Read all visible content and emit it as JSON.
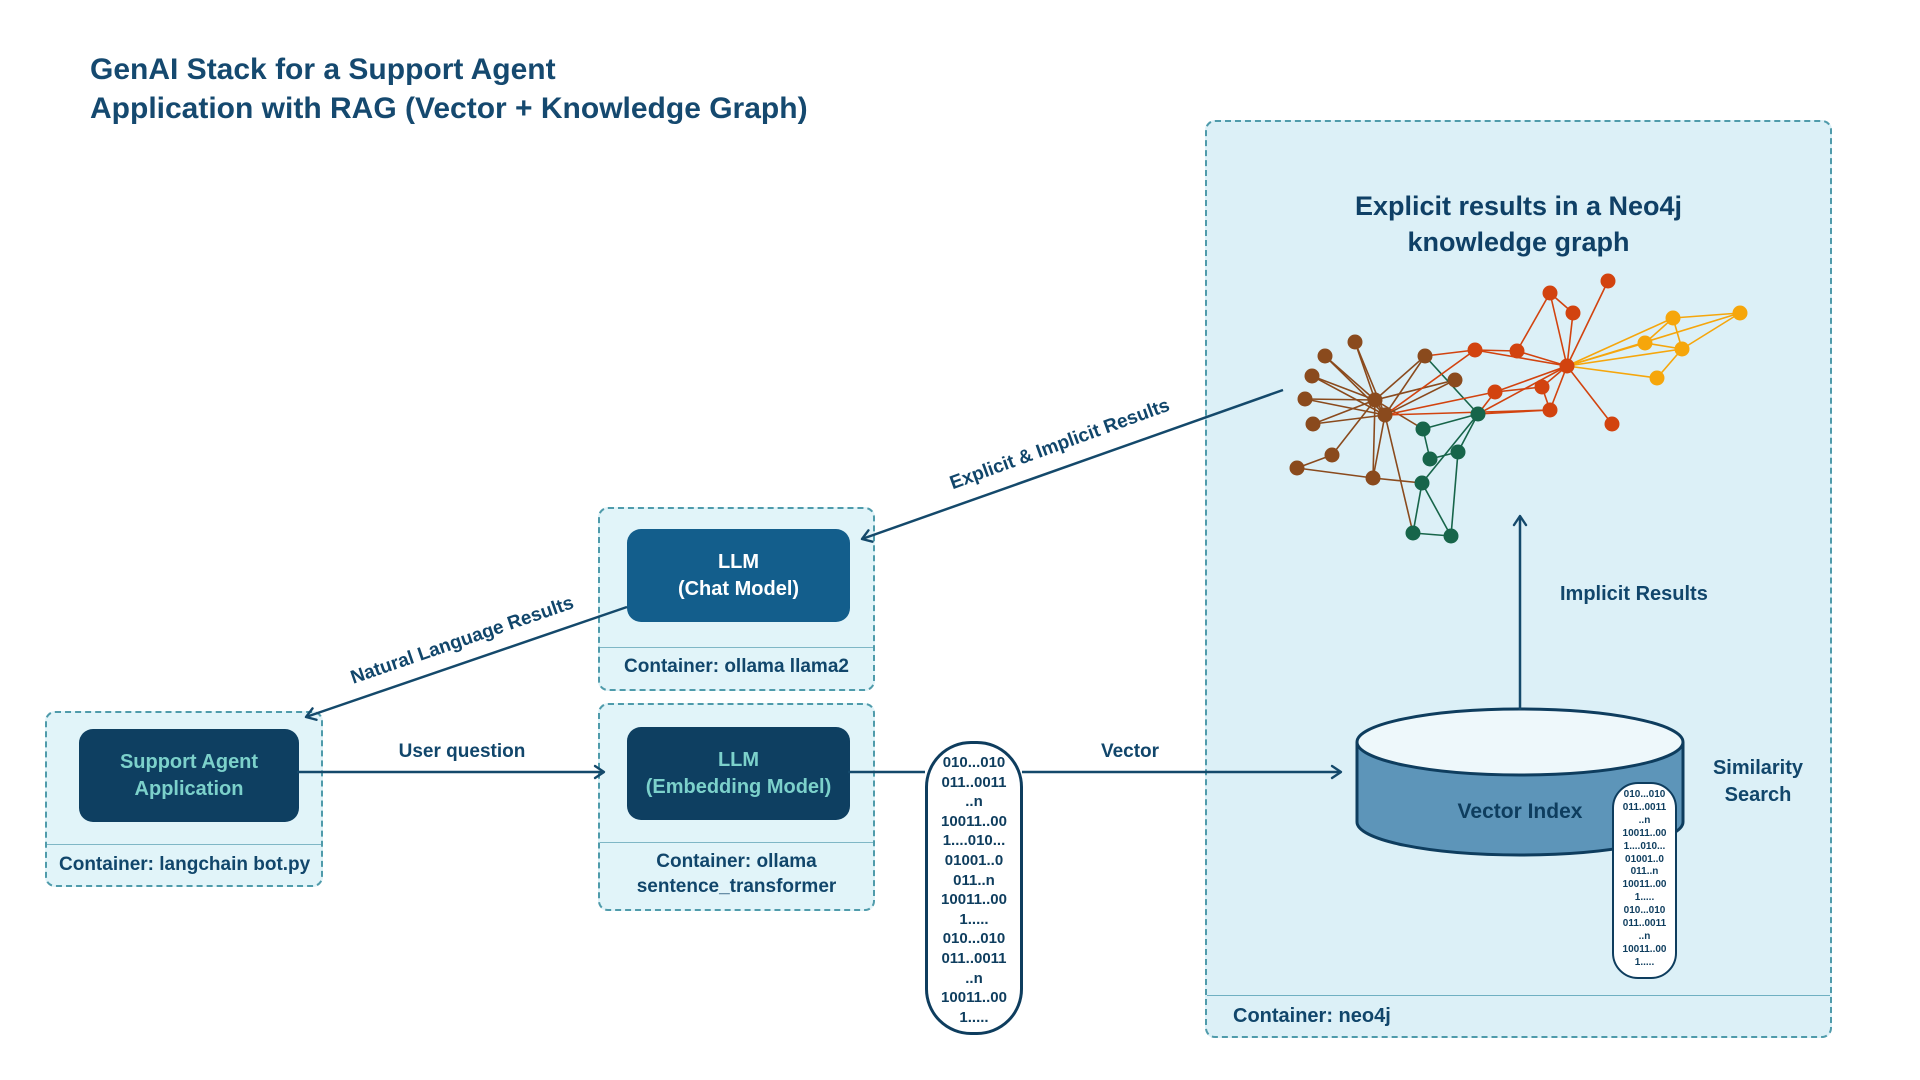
{
  "page": {
    "title": "GenAI Stack for a Support Agent\nApplication with RAG (Vector + Knowledge Graph)"
  },
  "support": {
    "box_label": "Support Agent\nApplication",
    "container_label": "Container: langchain bot.py"
  },
  "chat": {
    "box_label": "LLM\n(Chat Model)",
    "container_label": "Container: ollama llama2"
  },
  "embed": {
    "box_label": "LLM\n(Embedding Model)",
    "container_label": "Container: ollama\nsentence_transformer"
  },
  "neo4j": {
    "title": "Explicit results in a Neo4j\nknowledge graph",
    "container_label": "Container: neo4j",
    "vector_index_label": "Vector Index",
    "similarity_label": "Similarity\nSearch",
    "implicit_label": "Implicit Results"
  },
  "arrows": {
    "user_question": "User question",
    "natural_language": "Natural Language Results",
    "explicit_implicit": "Explicit & Implicit Results",
    "vector": "Vector"
  },
  "binary": {
    "left_pill": "010...010\n011..0011\n..n\n10011..00\n1....010...\n01001..0\n011..n\n10011..00\n1.....\n010...010\n011..0011\n..n\n10011..00\n1.....",
    "right_pill": "010...010\n011..0011\n..n\n10011..00\n1....010...\n01001..0\n011..n\n10011..00\n1.....\n010...010\n011..0011\n..n\n10011..00\n1....."
  },
  "colors": {
    "ink": "#11466b",
    "navy_box": "#0e3f61",
    "blue_box": "#135e8c",
    "teal_text": "#7cd1cb",
    "container_bg": "#e1f4f9",
    "panel_bg": "#dcf0f7",
    "dashed_border": "#4f9bab",
    "cylinder_body": "#5d95b9",
    "cylinder_top": "#eef8fb"
  },
  "graph": {
    "colors": {
      "brown": "#8a4a1d",
      "red": "#d2430f",
      "green": "#17654a",
      "yellow": "#f6a60b"
    },
    "node_radius": 7.5,
    "nodes": [
      [
        "b1",
        1375,
        400,
        "brown"
      ],
      [
        "b2",
        1385,
        415,
        "brown"
      ],
      [
        "b3",
        1355,
        342,
        "brown"
      ],
      [
        "b4",
        1325,
        356,
        "brown"
      ],
      [
        "b5",
        1312,
        376,
        "brown"
      ],
      [
        "b6",
        1305,
        399,
        "brown"
      ],
      [
        "b7",
        1313,
        424,
        "brown"
      ],
      [
        "b8",
        1332,
        455,
        "brown"
      ],
      [
        "b9",
        1297,
        468,
        "brown"
      ],
      [
        "b10",
        1425,
        356,
        "brown"
      ],
      [
        "b11",
        1455,
        380,
        "brown"
      ],
      [
        "b12",
        1373,
        478,
        "brown"
      ],
      [
        "r1",
        1567,
        366,
        "red"
      ],
      [
        "r2",
        1550,
        293,
        "red"
      ],
      [
        "r3",
        1608,
        281,
        "red"
      ],
      [
        "r4",
        1573,
        313,
        "red"
      ],
      [
        "r5",
        1475,
        350,
        "red"
      ],
      [
        "r6",
        1517,
        351,
        "red"
      ],
      [
        "r7",
        1495,
        392,
        "red"
      ],
      [
        "r8",
        1542,
        387,
        "red"
      ],
      [
        "r9",
        1550,
        410,
        "red"
      ],
      [
        "r10",
        1612,
        424,
        "red"
      ],
      [
        "g1",
        1478,
        414,
        "green"
      ],
      [
        "g2",
        1423,
        429,
        "green"
      ],
      [
        "g3",
        1458,
        452,
        "green"
      ],
      [
        "g4",
        1430,
        459,
        "green"
      ],
      [
        "g5",
        1422,
        483,
        "green"
      ],
      [
        "g6",
        1413,
        533,
        "green"
      ],
      [
        "g7",
        1451,
        536,
        "green"
      ],
      [
        "y1",
        1673,
        318,
        "yellow"
      ],
      [
        "y2",
        1740,
        313,
        "yellow"
      ],
      [
        "y3",
        1645,
        343,
        "yellow"
      ],
      [
        "y4",
        1682,
        349,
        "yellow"
      ],
      [
        "y5",
        1657,
        378,
        "yellow"
      ]
    ],
    "edges": [
      [
        "b1",
        "b3",
        "brown"
      ],
      [
        "b1",
        "b4",
        "brown"
      ],
      [
        "b1",
        "b5",
        "brown"
      ],
      [
        "b1",
        "b6",
        "brown"
      ],
      [
        "b1",
        "b7",
        "brown"
      ],
      [
        "b1",
        "b8",
        "brown"
      ],
      [
        "b1",
        "b10",
        "brown"
      ],
      [
        "b1",
        "b11",
        "brown"
      ],
      [
        "b1",
        "b12",
        "brown"
      ],
      [
        "b1",
        "b2",
        "brown"
      ],
      [
        "b2",
        "b4",
        "brown"
      ],
      [
        "b2",
        "b5",
        "brown"
      ],
      [
        "b2",
        "b6",
        "brown"
      ],
      [
        "b2",
        "b7",
        "brown"
      ],
      [
        "b2",
        "b10",
        "brown"
      ],
      [
        "b2",
        "b11",
        "brown"
      ],
      [
        "b2",
        "b12",
        "brown"
      ],
      [
        "b2",
        "b3",
        "brown"
      ],
      [
        "b8",
        "b9",
        "brown"
      ],
      [
        "b12",
        "b9",
        "brown"
      ],
      [
        "b2",
        "g6",
        "brown"
      ],
      [
        "b12",
        "g5",
        "brown"
      ],
      [
        "b1",
        "g2",
        "brown"
      ],
      [
        "g1",
        "g2",
        "green"
      ],
      [
        "g1",
        "g3",
        "green"
      ],
      [
        "g3",
        "g4",
        "green"
      ],
      [
        "g1",
        "g5",
        "green"
      ],
      [
        "g5",
        "g6",
        "green"
      ],
      [
        "g5",
        "g7",
        "green"
      ],
      [
        "g6",
        "g7",
        "green"
      ],
      [
        "g3",
        "g7",
        "green"
      ],
      [
        "b10",
        "g1",
        "green"
      ],
      [
        "g2",
        "g4",
        "green"
      ],
      [
        "r1",
        "r2",
        "red"
      ],
      [
        "r1",
        "r3",
        "red"
      ],
      [
        "r1",
        "r4",
        "red"
      ],
      [
        "r1",
        "r5",
        "red"
      ],
      [
        "r1",
        "r6",
        "red"
      ],
      [
        "r1",
        "r7",
        "red"
      ],
      [
        "r1",
        "r8",
        "red"
      ],
      [
        "r1",
        "r9",
        "red"
      ],
      [
        "r1",
        "r10",
        "red"
      ],
      [
        "r2",
        "r4",
        "red"
      ],
      [
        "r2",
        "r6",
        "red"
      ],
      [
        "r5",
        "r6",
        "red"
      ],
      [
        "r7",
        "r8",
        "red"
      ],
      [
        "r8",
        "r9",
        "red"
      ],
      [
        "r1",
        "g1",
        "red"
      ],
      [
        "r9",
        "g1",
        "red"
      ],
      [
        "r7",
        "g1",
        "red"
      ],
      [
        "r5",
        "b2",
        "red"
      ],
      [
        "r7",
        "b2",
        "red"
      ],
      [
        "r9",
        "b2",
        "red"
      ],
      [
        "r5",
        "b10",
        "red"
      ],
      [
        "y1",
        "y2",
        "yellow"
      ],
      [
        "y1",
        "y3",
        "yellow"
      ],
      [
        "y1",
        "y4",
        "yellow"
      ],
      [
        "y3",
        "y4",
        "yellow"
      ],
      [
        "y4",
        "y5",
        "yellow"
      ],
      [
        "y2",
        "y4",
        "yellow"
      ],
      [
        "r1",
        "y1",
        "yellow"
      ],
      [
        "r1",
        "y2",
        "yellow"
      ],
      [
        "r1",
        "y3",
        "yellow"
      ],
      [
        "r1",
        "y4",
        "yellow"
      ],
      [
        "r1",
        "y5",
        "yellow"
      ]
    ]
  }
}
